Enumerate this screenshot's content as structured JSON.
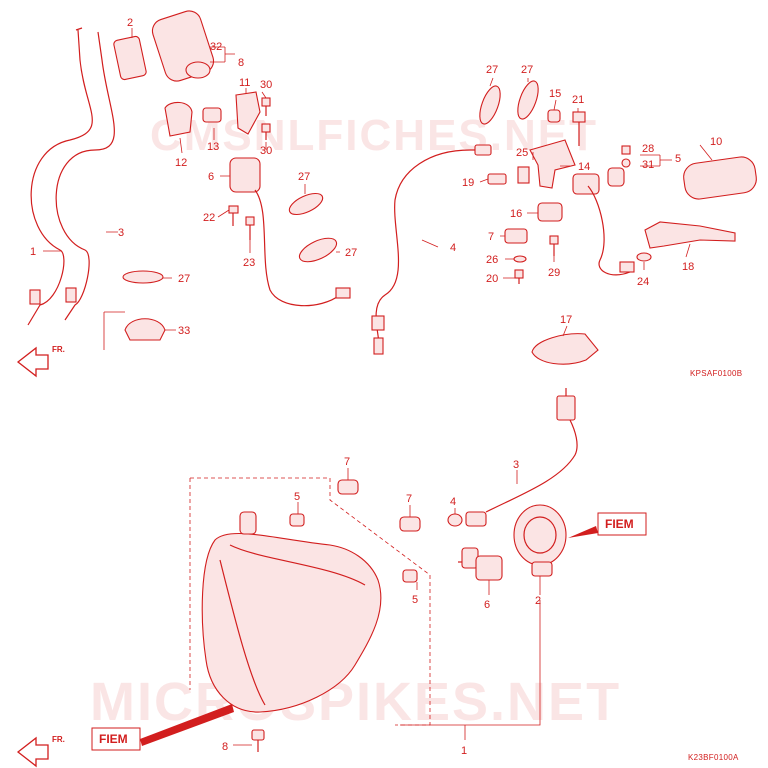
{
  "upper_diagram": {
    "code": "KPSAF0100B",
    "front_marker": "FR.",
    "callouts": [
      "1",
      "2",
      "3",
      "4",
      "5",
      "6",
      "7",
      "8",
      "10",
      "11",
      "12",
      "13",
      "14",
      "15",
      "16",
      "17",
      "18",
      "19",
      "20",
      "21",
      "22",
      "23",
      "24",
      "25",
      "26",
      "27",
      "28",
      "29",
      "30",
      "31",
      "32",
      "33"
    ]
  },
  "lower_diagram": {
    "code": "K23BF0100A",
    "front_marker": "FR.",
    "tags": [
      "FIEM",
      "FIEM"
    ],
    "callouts": [
      "1",
      "2",
      "3",
      "4",
      "5",
      "6",
      "7",
      "8"
    ]
  },
  "watermarks": [
    "CMSNLFICHES.NET",
    "MICROSPIKES.NET"
  ],
  "colors": {
    "line": "#d21e1e",
    "watermark": "#f6d0d0",
    "background": "#ffffff"
  }
}
